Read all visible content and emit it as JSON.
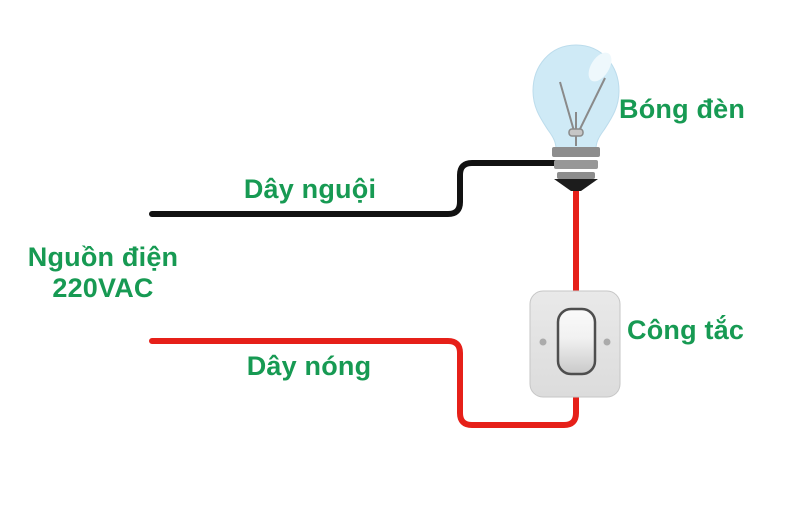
{
  "diagram": {
    "source": {
      "label_line1": "Nguồn điện",
      "label_line2": "220VAC"
    },
    "neutral_wire": {
      "label": "Dây nguội"
    },
    "hot_wire": {
      "label": "Dây nóng"
    },
    "bulb": {
      "label": "Bóng đèn"
    },
    "switch": {
      "label": "Công tắc"
    }
  },
  "colors": {
    "label_green": "#179a53",
    "neutral_wire": "#121212",
    "hot_wire": "#e62019",
    "bulb_glass": "#cfeaf6",
    "bulb_base_gray": "#8d8d8d",
    "switch_plate": "#e4e4e4"
  }
}
